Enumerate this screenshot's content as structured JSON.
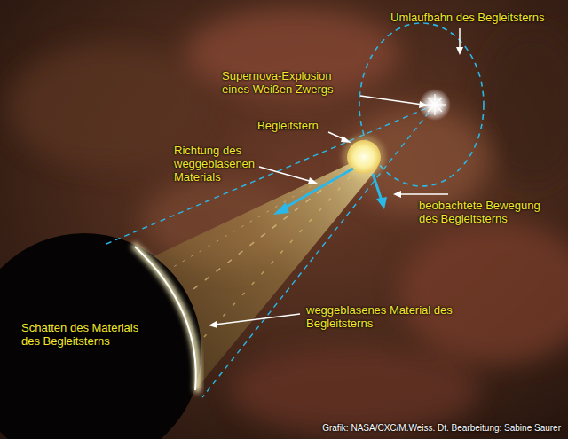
{
  "diagram": {
    "labels": [
      "Umlaufbahn des Begleitsterns",
      "Supernova-Explosion eines Weißen Zwergs",
      "Begleitstern",
      "Richtung des weggeblasenen Materials",
      "beobachtete Bewegung des Begleitsterns",
      "weggeblasenes Material des Begleitsterns",
      "Schatten des Materials des Begleitsterns",
      "Grafik: NASA/CXC/M.Weiss. Dt. Bearbeitung: Sabine Saurer"
    ]
  }
}
